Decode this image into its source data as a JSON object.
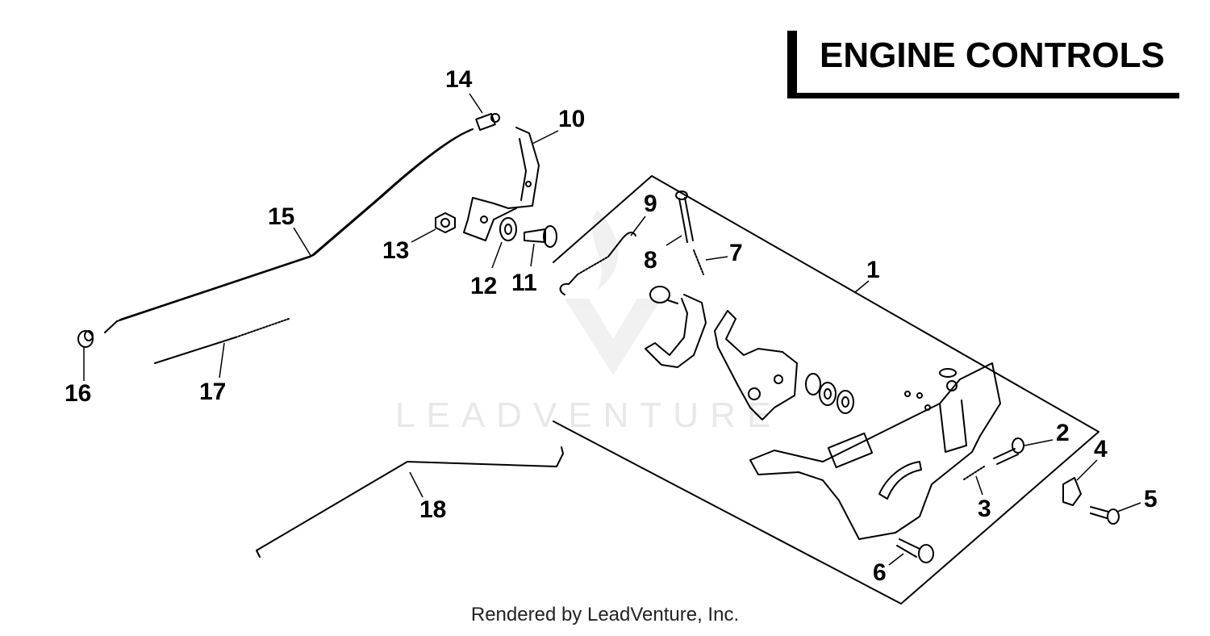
{
  "title": "ENGINE CONTROLS",
  "footer": "Rendered by LeadVenture, Inc.",
  "watermark": "LEADVENTURE",
  "callouts": [
    {
      "id": "1",
      "label": "1"
    },
    {
      "id": "2",
      "label": "2"
    },
    {
      "id": "3",
      "label": "3"
    },
    {
      "id": "4",
      "label": "4"
    },
    {
      "id": "5",
      "label": "5"
    },
    {
      "id": "6",
      "label": "6"
    },
    {
      "id": "7",
      "label": "7"
    },
    {
      "id": "8",
      "label": "8"
    },
    {
      "id": "9",
      "label": "9"
    },
    {
      "id": "10",
      "label": "10"
    },
    {
      "id": "11",
      "label": "11"
    },
    {
      "id": "12",
      "label": "12"
    },
    {
      "id": "13",
      "label": "13"
    },
    {
      "id": "14",
      "label": "14"
    },
    {
      "id": "15",
      "label": "15"
    },
    {
      "id": "16",
      "label": "16"
    },
    {
      "id": "17",
      "label": "17"
    },
    {
      "id": "18",
      "label": "18"
    }
  ]
}
